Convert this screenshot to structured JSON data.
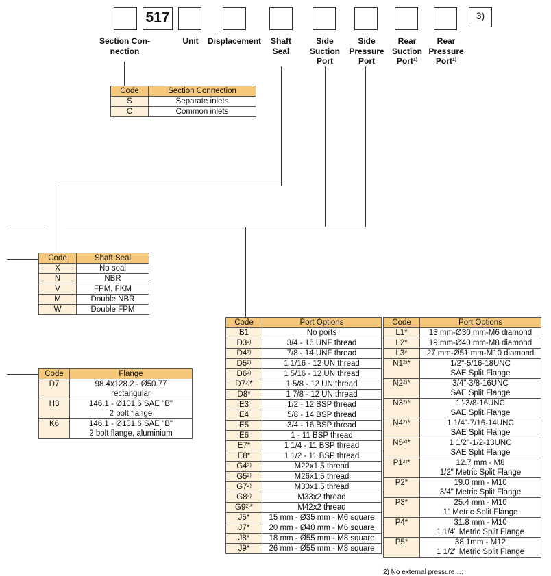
{
  "code_boxes": {
    "unit_value": "517",
    "footnote_mark": "3)"
  },
  "headers": {
    "section": "Section Con-\nnection",
    "unit": "Unit",
    "displacement": "Displacement",
    "shaft_seal": "Shaft\nSeal",
    "side_suction": "Side\nSuction\nPort",
    "side_pressure": "Side\nPressure\nPort",
    "rear_suction": "Rear\nSuction\nPort",
    "rear_suction_sup": "1)",
    "rear_pressure": "Rear\nPressure\nPort",
    "rear_pressure_sup": "1)"
  },
  "section_table": {
    "headers": [
      "Code",
      "Section Connection"
    ],
    "rows": [
      [
        "S",
        "Separate inlets"
      ],
      [
        "C",
        "Common inlets"
      ]
    ]
  },
  "shaft_table": {
    "headers": [
      "Code",
      "Shaft Seal"
    ],
    "rows": [
      [
        "X",
        "No seal"
      ],
      [
        "N",
        "NBR"
      ],
      [
        "V",
        "FPM, FKM"
      ],
      [
        "M",
        "Double NBR"
      ],
      [
        "W",
        "Double FPM"
      ]
    ]
  },
  "flange_table": {
    "headers": [
      "Code",
      "Flange"
    ],
    "rows": [
      [
        "D7",
        "98.4x128.2 - Ø50.77\nrectangular"
      ],
      [
        "H3",
        "146.1 - Ø101.6 SAE \"B\"\n2 bolt flange"
      ],
      [
        "K6",
        "146.1 - Ø101.6 SAE \"B\"\n2 bolt flange, aluminium"
      ]
    ]
  },
  "port_table_left": {
    "headers": [
      "Code",
      "Port Options"
    ],
    "rows": [
      {
        "code": "B1",
        "sup": "",
        "star": "",
        "text": "No ports"
      },
      {
        "code": "D3",
        "sup": "2)",
        "star": "",
        "text": "3/4 - 16 UNF thread"
      },
      {
        "code": "D4",
        "sup": "2)",
        "star": "",
        "text": "7/8 - 14 UNF thread"
      },
      {
        "code": "D5",
        "sup": "2)",
        "star": "",
        "text": "1 1/16 - 12 UN thread"
      },
      {
        "code": "D6",
        "sup": "2)",
        "star": "",
        "text": "1 5/16 - 12 UN thread"
      },
      {
        "code": "D7",
        "sup": "2)",
        "star": "*",
        "text": "1 5/8 - 12 UN thread"
      },
      {
        "code": "D8",
        "sup": "",
        "star": "*",
        "text": "1 7/8 - 12 UN thread"
      },
      {
        "code": "E3",
        "sup": "",
        "star": "",
        "text": "1/2 - 12 BSP thread"
      },
      {
        "code": "E4",
        "sup": "",
        "star": "",
        "text": "5/8 - 14 BSP thread"
      },
      {
        "code": "E5",
        "sup": "",
        "star": "",
        "text": "3/4 - 16 BSP thread"
      },
      {
        "code": "E6",
        "sup": "",
        "star": "",
        "text": "1 - 11 BSP thread"
      },
      {
        "code": "E7",
        "sup": "",
        "star": "*",
        "text": "1 1/4 - 11 BSP thread"
      },
      {
        "code": "E8",
        "sup": "",
        "star": "*",
        "text": "1 1/2 - 11 BSP thread"
      },
      {
        "code": "G4",
        "sup": "2)",
        "star": "",
        "text": "M22x1.5 thread"
      },
      {
        "code": "G5",
        "sup": "2)",
        "star": "",
        "text": "M26x1.5 thread"
      },
      {
        "code": "G7",
        "sup": "2)",
        "star": "",
        "text": "M30x1.5 thread"
      },
      {
        "code": "G8",
        "sup": "2)",
        "star": "",
        "text": "M33x2 thread"
      },
      {
        "code": "G9",
        "sup": "2)",
        "star": "*",
        "text": "M42x2 thread"
      },
      {
        "code": "J5",
        "sup": "",
        "star": "*",
        "text": "15 mm - Ø35 mm - M6 square"
      },
      {
        "code": "J7",
        "sup": "",
        "star": "*",
        "text": "20 mm - Ø40 mm - M6 square"
      },
      {
        "code": "J8",
        "sup": "",
        "star": "*",
        "text": "18 mm - Ø55 mm - M8 square"
      },
      {
        "code": "J9",
        "sup": "",
        "star": "*",
        "text": "26 mm - Ø55 mm - M8 square"
      }
    ]
  },
  "port_table_right": {
    "headers": [
      "Code",
      "Port Options"
    ],
    "rows": [
      {
        "code": "L1",
        "sup": "",
        "star": "*",
        "text": "13 mm-Ø30 mm-M6 diamond"
      },
      {
        "code": "L2",
        "sup": "",
        "star": "*",
        "text": "19 mm-Ø40 mm-M8 diamond"
      },
      {
        "code": "L3",
        "sup": "",
        "star": "*",
        "text": "27 mm-Ø51 mm-M10 diamond"
      },
      {
        "code": "N1",
        "sup": "2)",
        "star": "*",
        "text": "1/2\"-5/16-18UNC\nSAE Split Flange"
      },
      {
        "code": "N2",
        "sup": "2)",
        "star": "*",
        "text": "3/4\"-3/8-16UNC\nSAE Split Flange"
      },
      {
        "code": "N3",
        "sup": "2)",
        "star": "*",
        "text": "1\"-3/8-16UNC\nSAE Split Flange"
      },
      {
        "code": "N4",
        "sup": "2)",
        "star": "*",
        "text": "1 1/4\"-7/16-14UNC\nSAE Split Flange"
      },
      {
        "code": "N5",
        "sup": "2)",
        "star": "*",
        "text": "1 1/2\"-1/2-13UNC\nSAE Split Flange"
      },
      {
        "code": "P1",
        "sup": "2)",
        "star": "*",
        "text": "12.7 mm - M8\n1/2\" Metric Split Flange"
      },
      {
        "code": "P2",
        "sup": "",
        "star": "*",
        "text": "19.0 mm - M10\n3/4\" Metric Split Flange"
      },
      {
        "code": "P3",
        "sup": "",
        "star": "*",
        "text": "25.4 mm - M10\n1\" Metric Split Flange"
      },
      {
        "code": "P4",
        "sup": "",
        "star": "*",
        "text": "31.8 mm - M10\n1 1/4\" Metric Split Flange"
      },
      {
        "code": "P5",
        "sup": "",
        "star": "*",
        "text": "38.1mm - M12\n1 1/2\" Metric Split Flange"
      }
    ]
  },
  "footnote_partial": "2)  No external pressure …"
}
